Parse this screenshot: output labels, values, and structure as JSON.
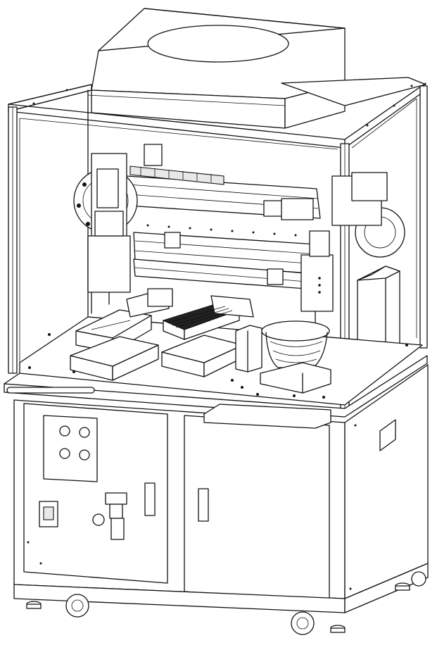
{
  "drawing": {
    "subject": "automated-assembly-machine-line-drawing",
    "style": "black line art on white",
    "colors": {
      "line": "#111111",
      "background": "#ffffff",
      "hatch": "#222222"
    }
  },
  "icons": {
    "fixture_tray": "grid-tray",
    "feeder": "vibratory-bowl",
    "tool_changer": "rotary-magazine",
    "control_buttons": "push-button-array"
  }
}
